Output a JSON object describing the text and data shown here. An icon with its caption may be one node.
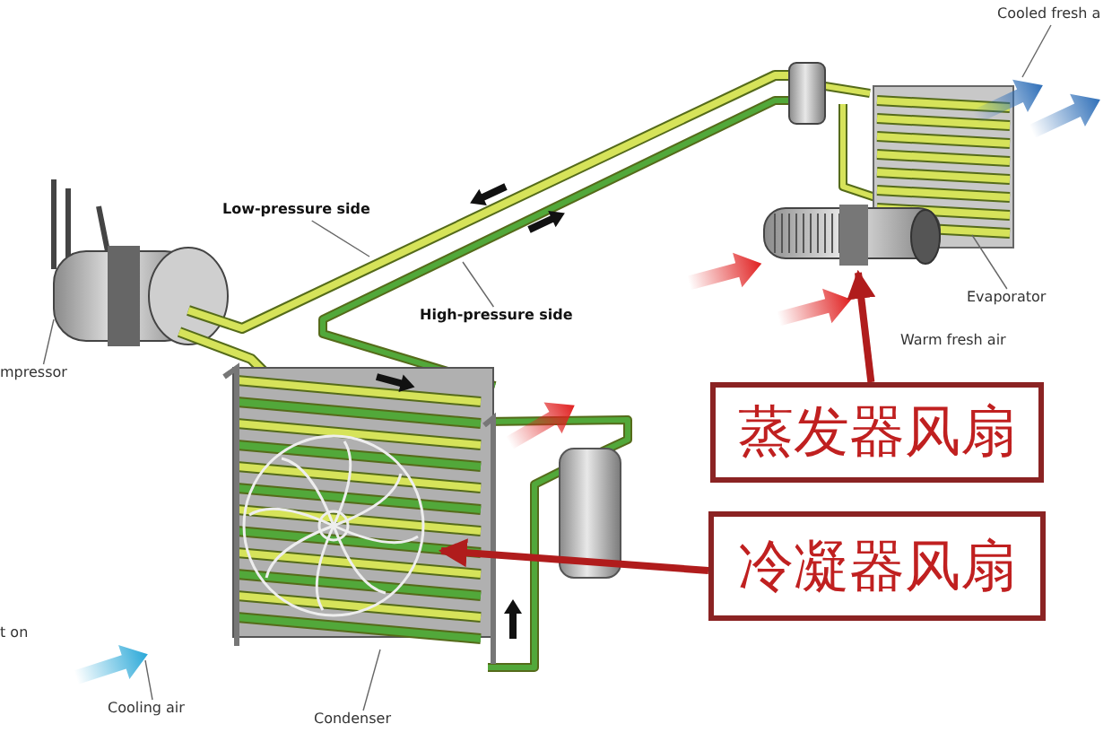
{
  "diagram": {
    "nodes": [
      {
        "text": [
          "Low-pressure side"
        ]
      },
      {
        "text": [
          "High-pressure side"
        ]
      },
      {
        "text": [
          "mpressor"
        ]
      },
      {
        "text": [
          "Evaporator"
        ]
      },
      {
        "text": [
          "Cooled fresh a"
        ]
      },
      {
        "text": [
          "Cooling air"
        ]
      },
      {
        "text": [
          "Condenser"
        ]
      },
      {
        "text": [
          "蒸发器风扇"
        ]
      },
      {
        "text": [
          "冷凝器风扇"
        ]
      },
      {
        "text": [],
        "shape": "picture"
      },
      {
        "text": [],
        "shape": "picture"
      }
    ],
    "edges": [
      {
        "from": 0,
        "to": null,
        "arrow": "none"
      },
      {
        "from": 1,
        "to": null,
        "arrow": "none"
      },
      {
        "from": 2,
        "to": null,
        "arrow": "none"
      },
      {
        "from": 3,
        "to": null,
        "arrow": "none"
      },
      {
        "from": 4,
        "to": null,
        "arrow": "none"
      },
      {
        "from": 5,
        "to": null,
        "arrow": "none"
      },
      {
        "from": 6,
        "to": null,
        "arrow": "none"
      },
      {
        "from": 7,
        "to": 9,
        "arrow": "to",
        "style": "thick",
        "color": "#b01c1c"
      },
      {
        "from": 8,
        "to": 10,
        "arrow": "to",
        "style": "thick",
        "color": "#b01c1c"
      }
    ],
    "labels": [
      "Warm fresh air",
      "t on"
    ]
  }
}
